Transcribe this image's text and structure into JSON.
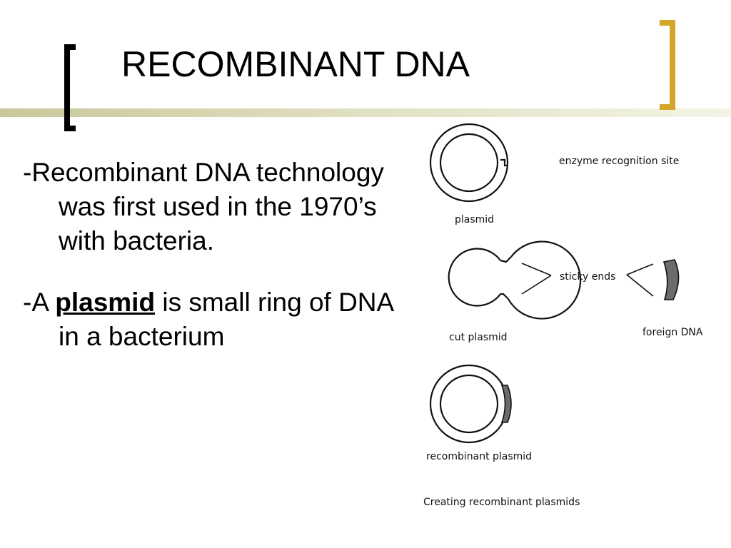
{
  "slide": {
    "title": "RECOMBINANT DNA",
    "bullets": [
      {
        "text": "-Recombinant DNA technology was first used in the 1970’s with bacteria."
      },
      {
        "prefix": "-A ",
        "keyword": "plasmid",
        "suffix": " is small ring of DNA in a bacterium"
      }
    ]
  },
  "figure": {
    "labels": {
      "enzyme_site": "enzyme recognition site",
      "plasmid": "plasmid",
      "sticky_ends": "sticky ends",
      "cut_plasmid": "cut plasmid",
      "foreign_dna": "foreign DNA",
      "recombinant_plasmid": "recombinant plasmid",
      "caption": "Creating recombinant plasmids"
    }
  },
  "colors": {
    "accent_bracket": "#d4a62a",
    "rule": "#dedebf",
    "dna_fill": "#6b6b6b"
  }
}
